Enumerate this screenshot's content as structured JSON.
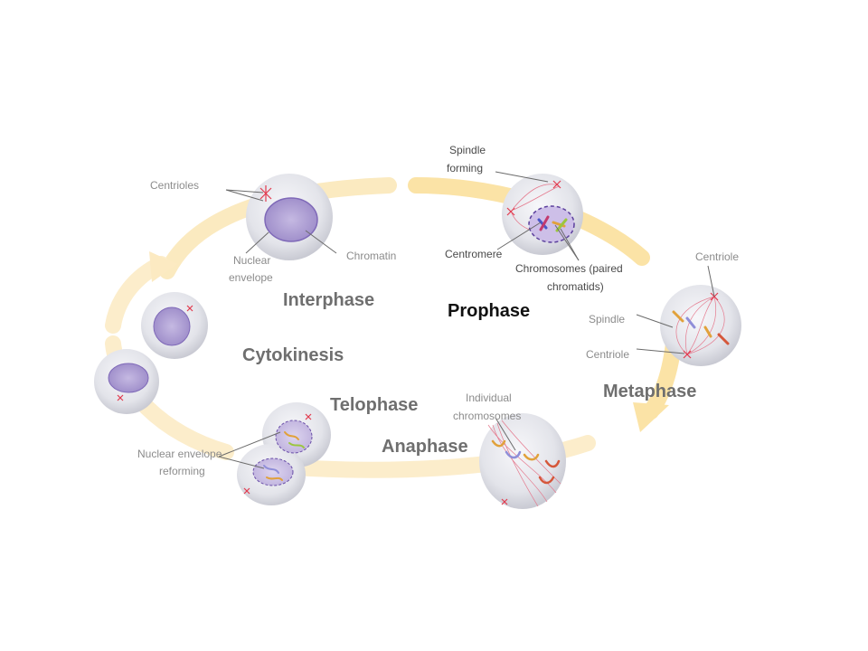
{
  "diagram": {
    "phases": {
      "interphase": "Interphase",
      "prophase": "Prophase",
      "metaphase": "Metaphase",
      "anaphase": "Anaphase",
      "telophase": "Telophase",
      "cytokinesis": "Cytokinesis"
    },
    "labels": {
      "centrioles": "Centrioles",
      "nuclear_envelope_1": "Nuclear",
      "nuclear_envelope_2": "envelope",
      "chromatin": "Chromatin",
      "spindle_forming_1": "Spindle",
      "spindle_forming_2": "forming",
      "centromere": "Centromere",
      "chromosomes_1": "Chromosomes (paired",
      "chromosomes_2": "chromatids)",
      "centriole_top": "Centriole",
      "spindle": "Spindle",
      "centriole_bottom": "Centriole",
      "individual_1": "Individual",
      "individual_2": "chromosomes",
      "reforming_1": "Nuclear envelope",
      "reforming_2": "reforming"
    },
    "colors": {
      "arrow_ring": "#fbe7b3",
      "cell_fill": "#e8e9ef",
      "nucleus_fill": "#b3a6d6",
      "nucleus_edge": "#6a4fa8",
      "spindle_fiber": "#e57a8e",
      "centriole": "#e23b4f"
    }
  }
}
